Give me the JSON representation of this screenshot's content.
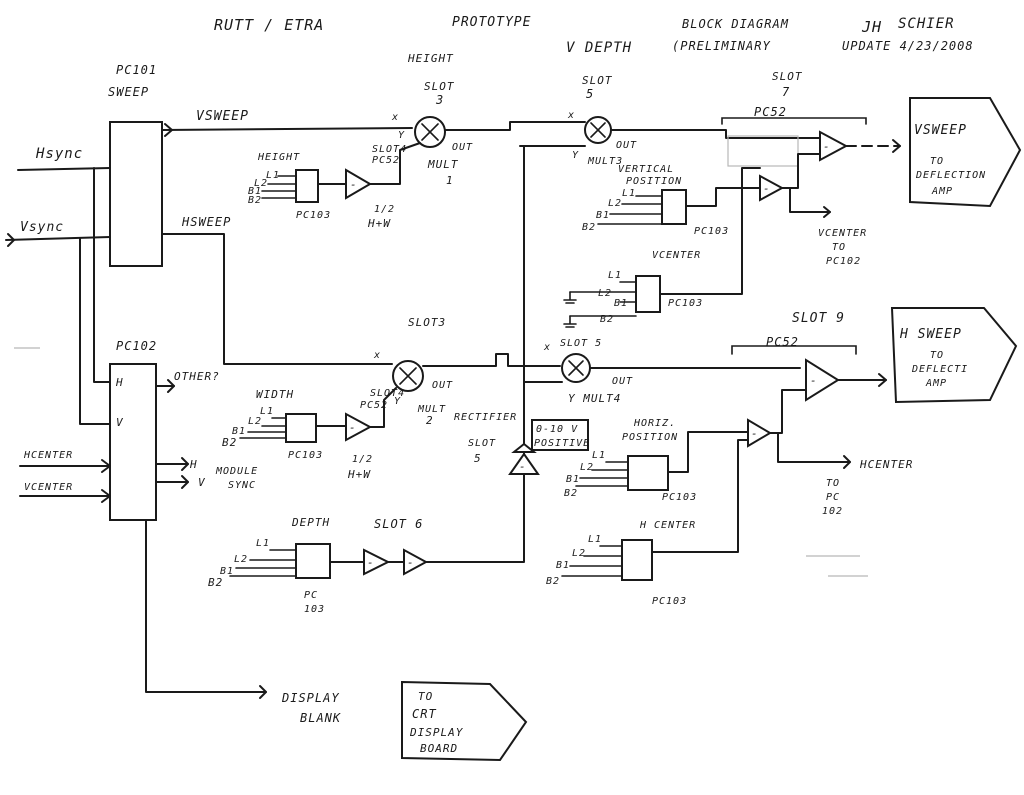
{
  "header": {
    "title": "RUTT / ETRA",
    "subtitle": "PROTOTYPE",
    "doc_type": "BLOCK DIAGRAM",
    "status": "(PRELIMINARY",
    "author": "SCHIER",
    "initials": "JH",
    "update": "UPDATE 4/23/2008"
  },
  "labels": {
    "pc101": "PC101",
    "sweep": "SWEEP",
    "pc102": "PC102",
    "h_sync": "Hsync",
    "v_sync": "Vsync",
    "v_sweep": "VSWEEP",
    "h_sweep_line": "HSWEEP",
    "h_center": "HCENTER",
    "v_center": "VCENTER",
    "pc102_h": "H",
    "pc102_v": "V",
    "other": "OTHER?",
    "module_sync": "MODULE",
    "module_sync2": "SYNC",
    "mod_h": "H",
    "mod_v": "V",
    "height_top": "HEIGHT",
    "slot3_top": "SLOT",
    "slot3_num": "3",
    "mult1": "MULT",
    "mult1_num": "1",
    "vdepth": "V DEPTH",
    "slot5_top": "SLOT",
    "slot5_num": "5",
    "mult3": "MULT3",
    "slot7": "SLOT",
    "slot7_num": "7",
    "pc52_top": "PC52",
    "height_box": "HEIGHT",
    "slot4_top": "SLOT4",
    "pc52_a": "PC52",
    "pc103_a": "PC103",
    "half_hw_a": "1/2",
    "hw_a": "H+W",
    "vertical_position": "VERTICAL",
    "vertical_position2": "POSITION",
    "pc103_vp": "PC103",
    "vcenter_box": "VCENTER",
    "pc103_vc": "PC103",
    "vcenter_to": "VCENTER",
    "to_word": "TO",
    "pc102_ref": "PC102",
    "vsweep_out": "VSWEEP",
    "to_deflection": "TO",
    "deflection_amp": "DEFLECTION",
    "amp_word": "AMP",
    "slot3_mid": "SLOT3",
    "mult2": "MULT",
    "mult2_num": "2",
    "width_box": "WIDTH",
    "slot4_mid": "SLOT4",
    "pc52_b": "PC52",
    "pc103_b": "PC103",
    "half_hw_b": "1/2",
    "hw_b": "H+W",
    "slot5_mid": "SLOT 5",
    "mult4": "Y MULT4",
    "rectifier": "RECTIFIER",
    "slot5_rect": "SLOT",
    "slot5_rect_num": "5",
    "range_box1": "0-10 V",
    "range_box2": "POSITIVE",
    "slot9": "SLOT 9",
    "pc52_c": "PC52",
    "hsweep_out": "H SWEEP",
    "to_deflecti": "TO",
    "deflecti": "DEFLECTI",
    "amp_word2": "AMP",
    "horiz_position": "HORIZ.",
    "horiz_position2": "POSITION",
    "pc103_hp": "PC103",
    "hcenter_to": "HCENTER",
    "to_pc": "TO",
    "pc_word": "PC",
    "pc_num": "102",
    "hcenter_box": "H CENTER",
    "pc103_hc": "PC103",
    "depth_box": "DEPTH",
    "slot6": "SLOT 6",
    "pc_depth": "PC",
    "pc_depth_num": "103",
    "display_blank": "DISPLAY",
    "display_blank2": "BLANK",
    "to_crt": "TO",
    "crt_word": "CRT",
    "display_word": "DISPLAY",
    "board_word": "BOARD",
    "x_mark": "x",
    "y_mark": "Y",
    "out_mark": "OUT",
    "l1": "L1",
    "l2": "L2",
    "b1": "B1",
    "b2": "B2",
    "op_minus": "-"
  }
}
